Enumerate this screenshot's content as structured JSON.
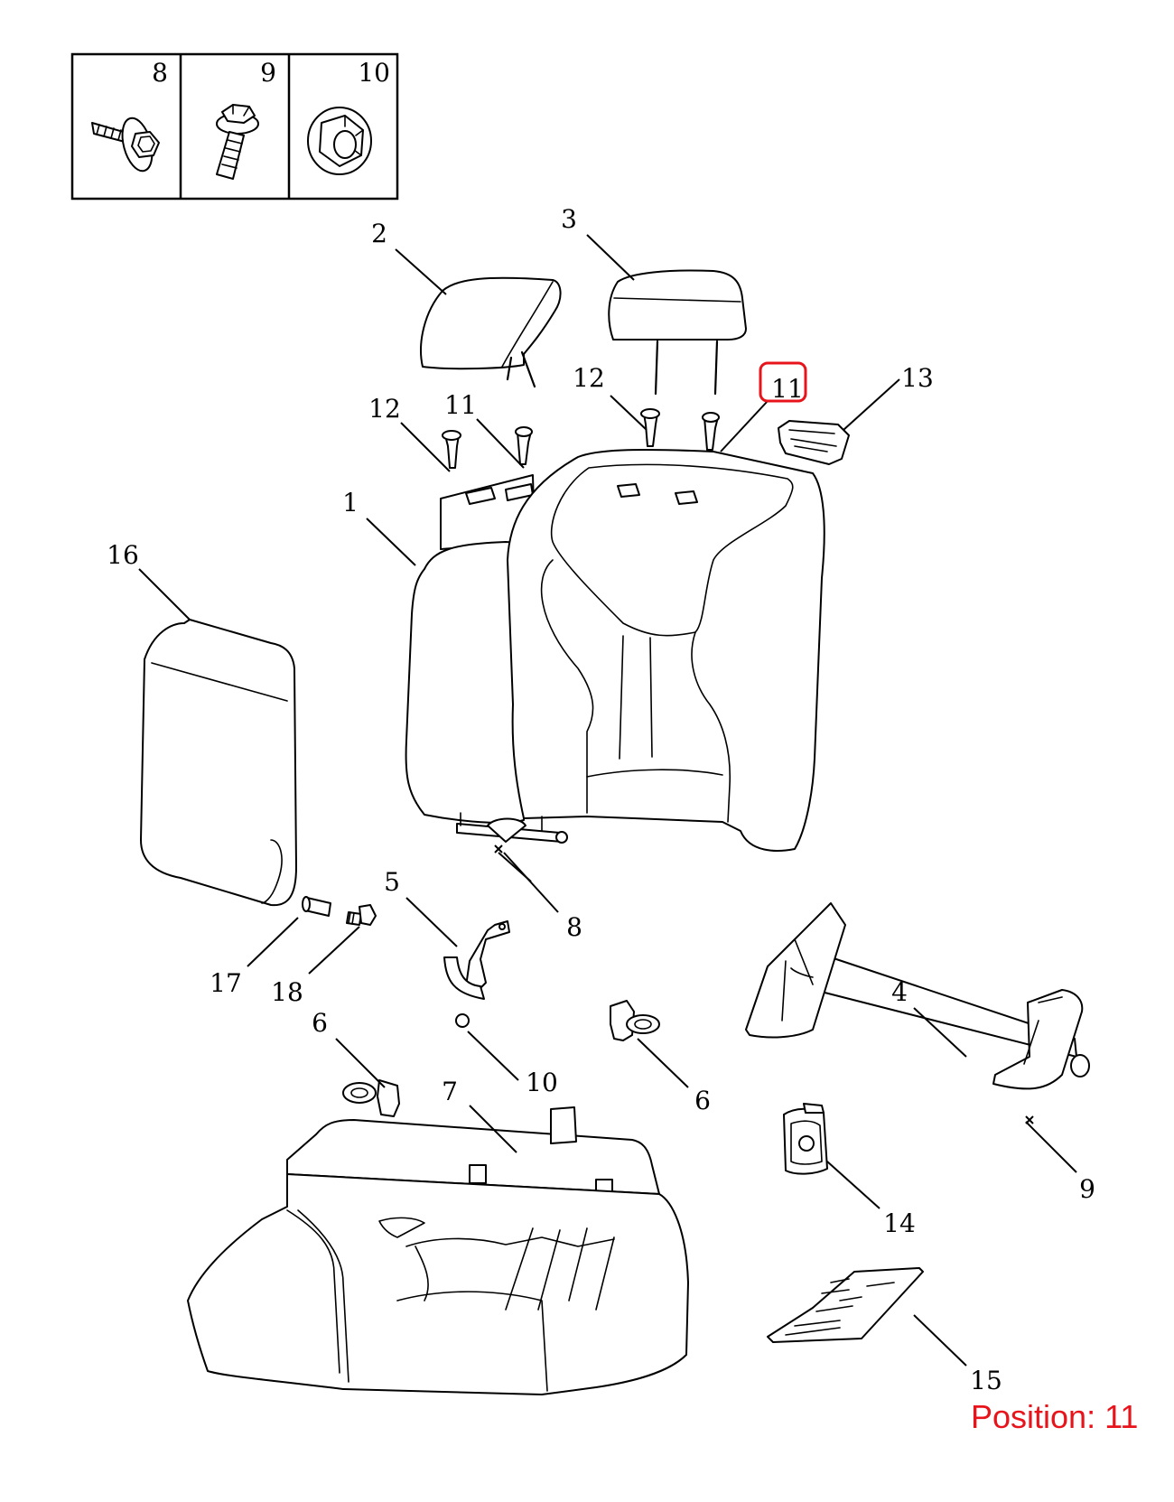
{
  "position": {
    "text": "Position: 11",
    "highlighted_callout": "11",
    "color": "#e8141b"
  },
  "fastener_box": {
    "labels": [
      "8",
      "9",
      "10"
    ]
  },
  "callouts": {
    "c1": "1",
    "c2": "2",
    "c3": "3",
    "c4": "4",
    "c5": "5",
    "c6a": "6",
    "c6b": "6",
    "c7": "7",
    "c8": "8",
    "c9": "9",
    "c10": "10",
    "c11a": "11",
    "c11b": "11",
    "c12a": "12",
    "c12b": "12",
    "c13": "13",
    "c14": "14",
    "c15": "15",
    "c16": "16",
    "c17": "17",
    "c18": "18"
  },
  "icons": [
    "bolt-icon",
    "hex-bolt-icon",
    "nut-icon"
  ]
}
